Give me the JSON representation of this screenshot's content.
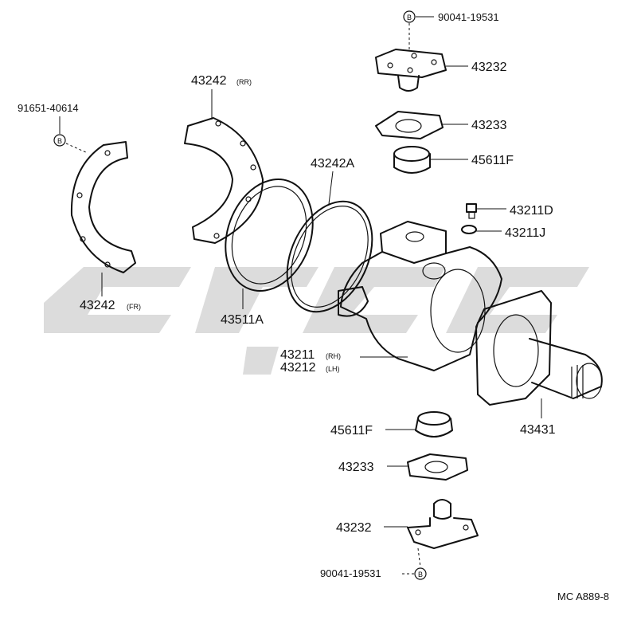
{
  "diagram": {
    "callouts": {
      "bolt_top": "90041-19531",
      "bolt_bottom": "90041-19531",
      "bolt_left": "91651-40614",
      "cap_top": "43232",
      "cap_bottom": "43232",
      "shim_top": "43233",
      "shim_bottom": "43233",
      "bearing_top": "45611F",
      "bearing_bottom": "45611F",
      "plug": "43211D",
      "gasket": "43211J",
      "cover_rr": "43242",
      "cover_rr_sub": "(RR)",
      "cover_fr": "43242",
      "cover_fr_sub": "(FR)",
      "seal_ring": "43242A",
      "oil_seal": "43511A",
      "knuckle_rh": "43211",
      "knuckle_rh_sub": "(RH)",
      "knuckle_lh": "43212",
      "knuckle_lh_sub": "(LH)",
      "spindle": "43431"
    },
    "bolt_symbol": "B",
    "figure_code": "MC A889-8"
  }
}
